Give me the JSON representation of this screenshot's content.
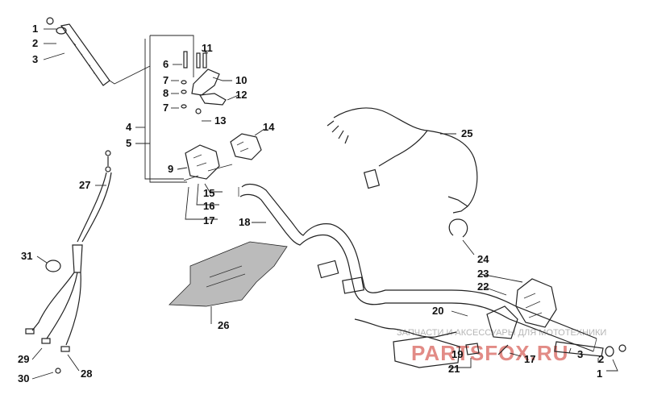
{
  "callouts": [
    "1",
    "2",
    "3",
    "4",
    "5",
    "6",
    "7",
    "7",
    "8",
    "9",
    "10",
    "11",
    "12",
    "13",
    "14",
    "15",
    "16",
    "17",
    "17",
    "18",
    "19",
    "20",
    "21",
    "22",
    "23",
    "24",
    "25",
    "26",
    "27",
    "28",
    "29",
    "30",
    "31",
    "1",
    "2",
    "3"
  ],
  "watermark": {
    "caption": "ЗАПЧАСТИ И АКСЕССУАРЫ ДЛЯ МОТОТЕХНИКИ",
    "brand": "PARTSFOX.RU"
  }
}
